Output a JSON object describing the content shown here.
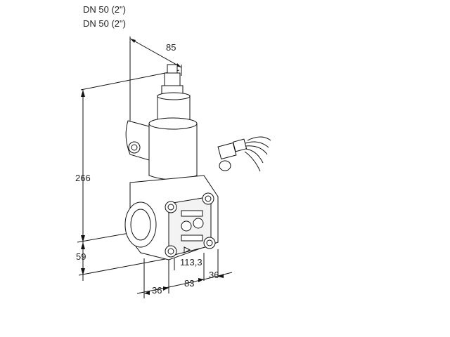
{
  "header": {
    "line1": "DN 50 (2\")",
    "line2": "DN 50 (2\")"
  },
  "dimensions": {
    "width_top": "85",
    "height_total": "266",
    "height_bottom": "59",
    "length_center": "113,3",
    "depth_side": "36",
    "base_left": "36",
    "base_middle": "83"
  },
  "colors": {
    "line": "#111111",
    "body_fill": "#ffffff",
    "shade": "#d9d9d9"
  }
}
